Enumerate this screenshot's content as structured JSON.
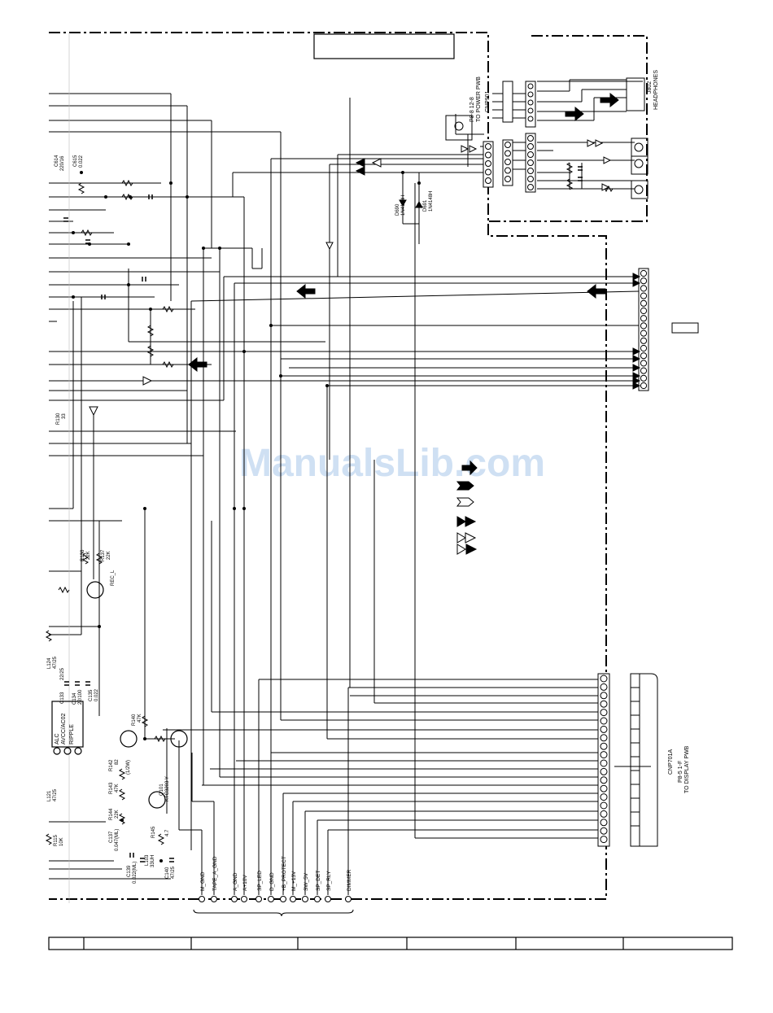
{
  "watermark": "ManualsLib.com",
  "connectors": {
    "power": {
      "name": "CNP901",
      "ref": "P8-8 12-8",
      "dest": "TO POWER PWB"
    },
    "headphones": {
      "ref": "J802",
      "name": "HEADPHONES"
    },
    "display": {
      "name": "CNP701A",
      "ref": "P8-5 1-F",
      "dest": "TO DISPLAY PWB"
    }
  },
  "diodes": [
    {
      "ref": "D690",
      "part": "1N4148H"
    },
    {
      "ref": "D691",
      "part": "1N4148H"
    }
  ],
  "components": {
    "c614": {
      "ref": "C614",
      "value": "220/16"
    },
    "c615": {
      "ref": "C615",
      "value": "0.022"
    },
    "r130": {
      "ref": "R130",
      "value": "33"
    },
    "r136": {
      "ref": "R136",
      "value": "22K"
    },
    "r137": {
      "ref": "R137",
      "value": "22K"
    },
    "rec_l": "REC_L",
    "l124": {
      "ref": "L124",
      "value": "47/25"
    },
    "c133": {
      "ref": "C133",
      "value": "22/25"
    },
    "c134": {
      "ref": "C134",
      "value": "22/100"
    },
    "c135": {
      "ref": "C135",
      "value": "0.022"
    },
    "ic": {
      "line1": "ALC",
      "line2": "AVCC/AC02",
      "line3": "RIPPLE"
    },
    "r140": {
      "ref": "R140",
      "value": "47K"
    },
    "l121": {
      "ref": "L121",
      "value": "47/25"
    },
    "r142": {
      "ref": "R142",
      "value": "82",
      "rating": "(1/2W)"
    },
    "r143": {
      "ref": "R143",
      "value": "47K"
    },
    "q101": {
      "ref": "Q101",
      "part": "KTC3203 Y"
    },
    "r144": {
      "ref": "R144",
      "value": "22K"
    },
    "r145": {
      "ref": "R145",
      "value": "4.7"
    },
    "c137": {
      "ref": "C137",
      "value": "0.047(ML)"
    },
    "c139": {
      "ref": "C139",
      "value": "0.022(ML)"
    },
    "l103": {
      "ref": "L103",
      "value": "33UH"
    },
    "c140": {
      "ref": "C140",
      "value": "47/25"
    },
    "r115": {
      "ref": "R115",
      "value": "10K"
    }
  },
  "bottom_signals": [
    "M_GND",
    "TAPE_A_GND",
    "A_GND",
    "A+10V",
    "SP_LED",
    "D_GND",
    "+B_PROTECT",
    "M_+13V",
    "SW_5V",
    "SP_DET",
    "SP_RLY",
    "DIMMER"
  ],
  "arrow_colors": {
    "wire": "#000000",
    "background": "#ffffff"
  }
}
